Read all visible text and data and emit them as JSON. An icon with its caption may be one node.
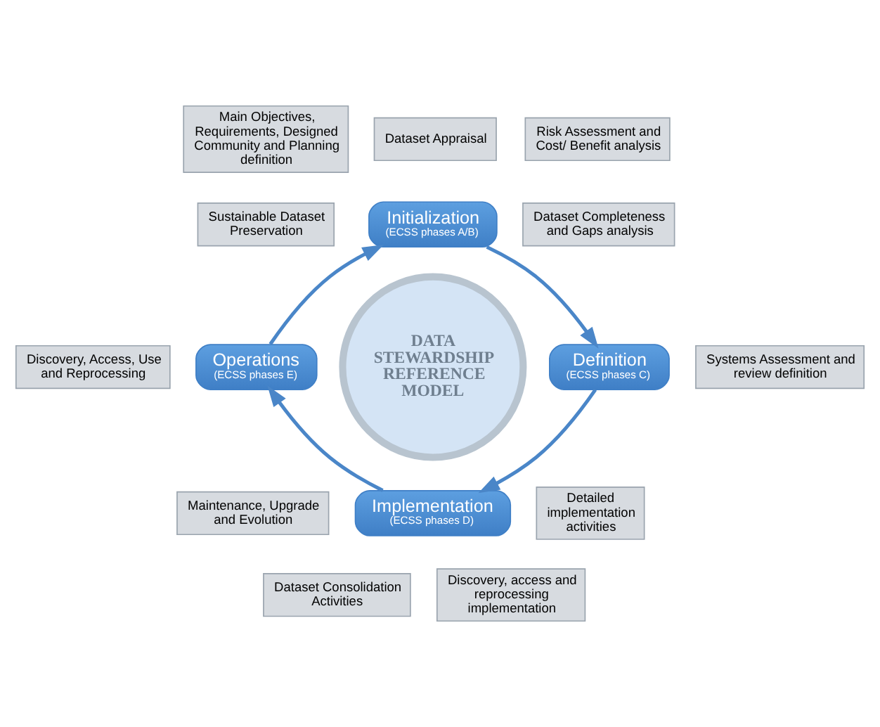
{
  "diagram": {
    "nodes": [
      {
        "text": [
          "Main Objectives, Requirements, Designed Community and Planning definition"
        ]
      },
      {
        "text": [
          "Dataset Appraisal"
        ]
      },
      {
        "text": [
          "Risk Assessment and Cost/ Benefit analysis"
        ]
      },
      {
        "text": [
          "Sustainable Dataset Preservation"
        ]
      },
      {
        "text": [
          "Initialization",
          "(ECSS phases A/B)"
        ]
      },
      {
        "text": [
          "Dataset Completeness and Gaps analysis"
        ]
      },
      {
        "text": [
          "Discovery, Access, Use and Reprocessing"
        ]
      },
      {
        "text": [
          "Operations",
          "(ECSS phases E)"
        ]
      },
      {
        "text": [
          "DATA STEWARDSHIP REFERENCE MODEL"
        ]
      },
      {
        "text": [
          "Definition",
          "(ECSS phases C)"
        ]
      },
      {
        "text": [
          "Systems Assessment and review definition"
        ]
      },
      {
        "text": [
          "Maintenance, Upgrade and Evolution"
        ]
      },
      {
        "text": [
          "Implementation",
          "(ECSS phases D)"
        ]
      },
      {
        "text": [
          "Detailed implementation activities"
        ]
      },
      {
        "text": [
          "Dataset Consolidation Activities"
        ]
      },
      {
        "text": [
          "Discovery, access and reprocessing implementation"
        ]
      }
    ],
    "edges": [
      {
        "from": 4,
        "to": 9,
        "arrow": "to"
      },
      {
        "from": 9,
        "to": 12,
        "arrow": "to"
      },
      {
        "from": 12,
        "to": 7,
        "arrow": "to"
      },
      {
        "from": 7,
        "to": 4,
        "arrow": "to"
      }
    ]
  }
}
